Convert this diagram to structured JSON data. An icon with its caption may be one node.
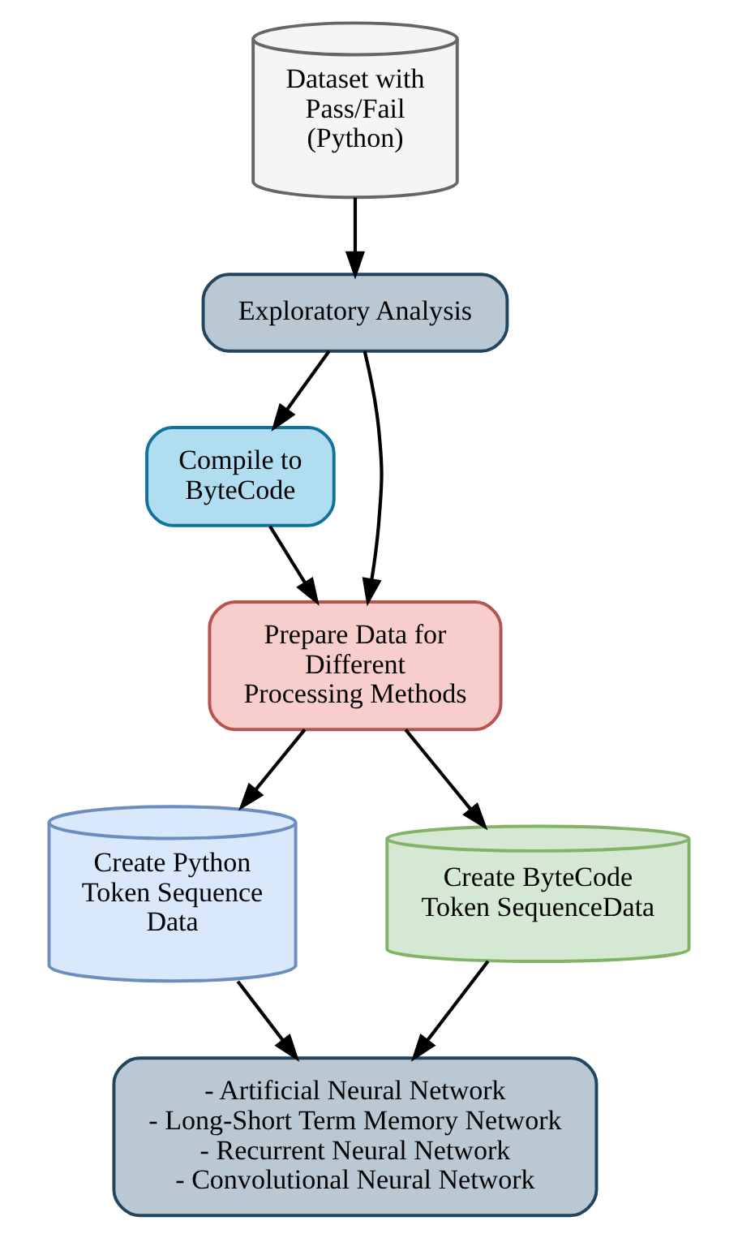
{
  "diagram": {
    "nodes": [
      {
        "text": [
          "Dataset with Pass/Fail (Python)"
        ]
      },
      {
        "text": [
          "Exploratory Analysis"
        ]
      },
      {
        "text": [
          "Compile to ByteCode"
        ]
      },
      {
        "text": [
          "Prepare Data for Different Processing Methods"
        ]
      },
      {
        "text": [
          "Create Python Token Sequence Data"
        ]
      },
      {
        "text": [
          "Create ByteCode Token SequenceData"
        ]
      },
      {
        "text": [
          "- Artificial Neural Network",
          "- Long-Short Term Memory Network",
          "- Recurrent Neural Network",
          "- Convolutional Neural Network"
        ]
      }
    ],
    "edges": [
      {
        "from": 0,
        "to": 1,
        "arrow": "to"
      },
      {
        "from": 1,
        "to": 2,
        "arrow": "to"
      },
      {
        "from": 1,
        "to": 3,
        "arrow": "to"
      },
      {
        "from": 2,
        "to": 3,
        "arrow": "to"
      },
      {
        "from": 3,
        "to": 4,
        "arrow": "to"
      },
      {
        "from": 3,
        "to": 5,
        "arrow": "to"
      },
      {
        "from": 4,
        "to": 6,
        "arrow": "to"
      },
      {
        "from": 5,
        "to": 6,
        "arrow": "to"
      }
    ]
  }
}
